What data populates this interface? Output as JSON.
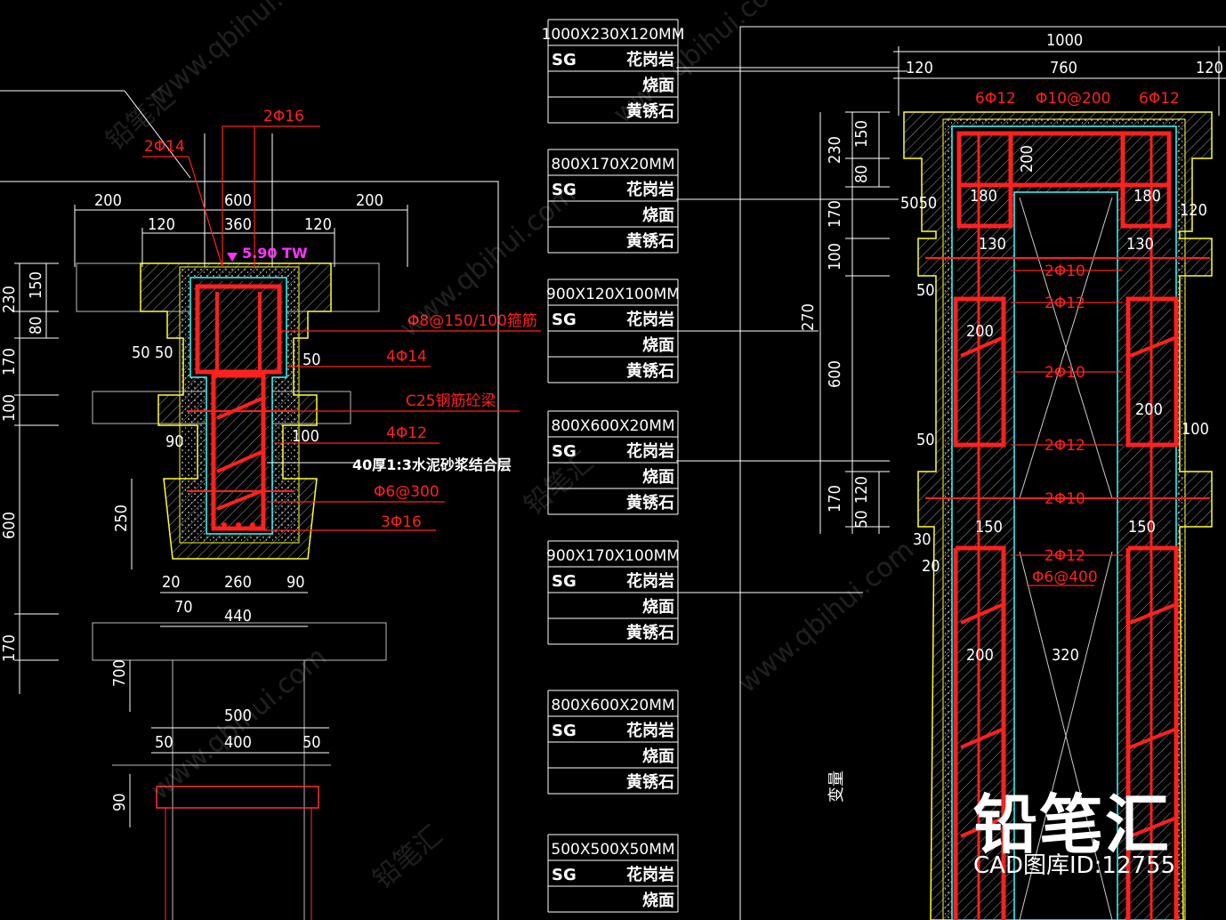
{
  "left": {
    "top_dims": {
      "d200a": "200",
      "d600": "600",
      "d200b": "200",
      "d120a": "120",
      "d360": "360",
      "d120b": "120"
    },
    "rebar_top": {
      "r2phi16": "2Φ16",
      "r2phi14": "2Φ14"
    },
    "elevation": "5.90 TW",
    "side_dims": {
      "d230": "230",
      "d150": "150",
      "d80": "80",
      "d170": "170",
      "d100": "100",
      "d600": "600",
      "d250": "250",
      "d170b": "170",
      "d700": "700",
      "d90": "90"
    },
    "inner_dims": {
      "d50a": "50",
      "d50b": "50",
      "d50c": "50",
      "d90": "90",
      "d100": "100"
    },
    "callouts": {
      "stirrup": "Φ8@150/100箍筋",
      "r4phi14": "4Φ14",
      "beam": "C25钢筋砼梁",
      "r4phi12": "4Φ12",
      "mortar": "40厚1:3水泥砂浆结合层",
      "r6at300": "Φ6@300",
      "r3phi16": "3Φ16"
    },
    "bottom_dims": {
      "d20": "20",
      "d260": "260",
      "d90": "90",
      "d70": "70",
      "d440": "440",
      "d500": "500",
      "d50a": "50",
      "d400": "400",
      "d50b": "50"
    }
  },
  "tables": [
    {
      "header": "1000X230X120MM",
      "rows": [
        {
          "code": "SG",
          "mat": "花岗岩"
        },
        {
          "code": "",
          "mat": "烧面"
        },
        {
          "code": "",
          "mat": "黄锈石"
        }
      ]
    },
    {
      "header": "800X170X20MM",
      "rows": [
        {
          "code": "SG",
          "mat": "花岗岩"
        },
        {
          "code": "",
          "mat": "烧面"
        },
        {
          "code": "",
          "mat": "黄锈石"
        }
      ]
    },
    {
      "header": "900X120X100MM",
      "rows": [
        {
          "code": "SG",
          "mat": "花岗岩"
        },
        {
          "code": "",
          "mat": "烧面"
        },
        {
          "code": "",
          "mat": "黄锈石"
        }
      ]
    },
    {
      "header": "800X600X20MM",
      "rows": [
        {
          "code": "SG",
          "mat": "花岗岩"
        },
        {
          "code": "",
          "mat": "烧面"
        },
        {
          "code": "",
          "mat": "黄锈石"
        }
      ]
    },
    {
      "header": "900X170X100MM",
      "rows": [
        {
          "code": "SG",
          "mat": "花岗岩"
        },
        {
          "code": "",
          "mat": "烧面"
        },
        {
          "code": "",
          "mat": "黄锈石"
        }
      ]
    },
    {
      "header": "800X600X20MM",
      "rows": [
        {
          "code": "SG",
          "mat": "花岗岩"
        },
        {
          "code": "",
          "mat": "烧面"
        },
        {
          "code": "",
          "mat": "黄锈石"
        }
      ]
    },
    {
      "header": "500X500X50MM",
      "rows": [
        {
          "code": "SG",
          "mat": "花岗岩"
        },
        {
          "code": "",
          "mat": "烧面"
        }
      ]
    }
  ],
  "right": {
    "top_dims": {
      "d1000": "1000",
      "d120a": "120",
      "d760": "760",
      "d120b": "120"
    },
    "rebar_top": {
      "r6phi12a": "6Φ12",
      "r10at200": "Φ10@200",
      "r6phi12b": "6Φ12"
    },
    "side_dims": {
      "d230": "230",
      "d150": "150",
      "d80": "80",
      "d170": "170",
      "d100": "100",
      "d270": "270",
      "d600": "600",
      "d170b": "170",
      "d120": "120",
      "d50": "50",
      "var": "变量"
    },
    "inner": {
      "d200": "200",
      "d180a": "180",
      "d180b": "180",
      "d5050": "5050",
      "d120": "120",
      "d130a": "130",
      "d130b": "130",
      "d50a": "50",
      "d200b": "200",
      "d200c": "200",
      "d100": "100",
      "d50b": "50",
      "d150a": "150",
      "d150b": "150",
      "d30": "30",
      "d20": "20",
      "d200d": "200",
      "d320": "320"
    },
    "rebars": {
      "a": "2Φ10",
      "b": "2Φ12",
      "c": "2Φ10",
      "d": "2Φ12",
      "e": "2Φ10",
      "f": "2Φ12",
      "g": "Φ6@400"
    }
  },
  "watermark": {
    "brand": "铅笔汇",
    "site": "www.qbihui.com",
    "id": "CAD图库ID:12755"
  }
}
